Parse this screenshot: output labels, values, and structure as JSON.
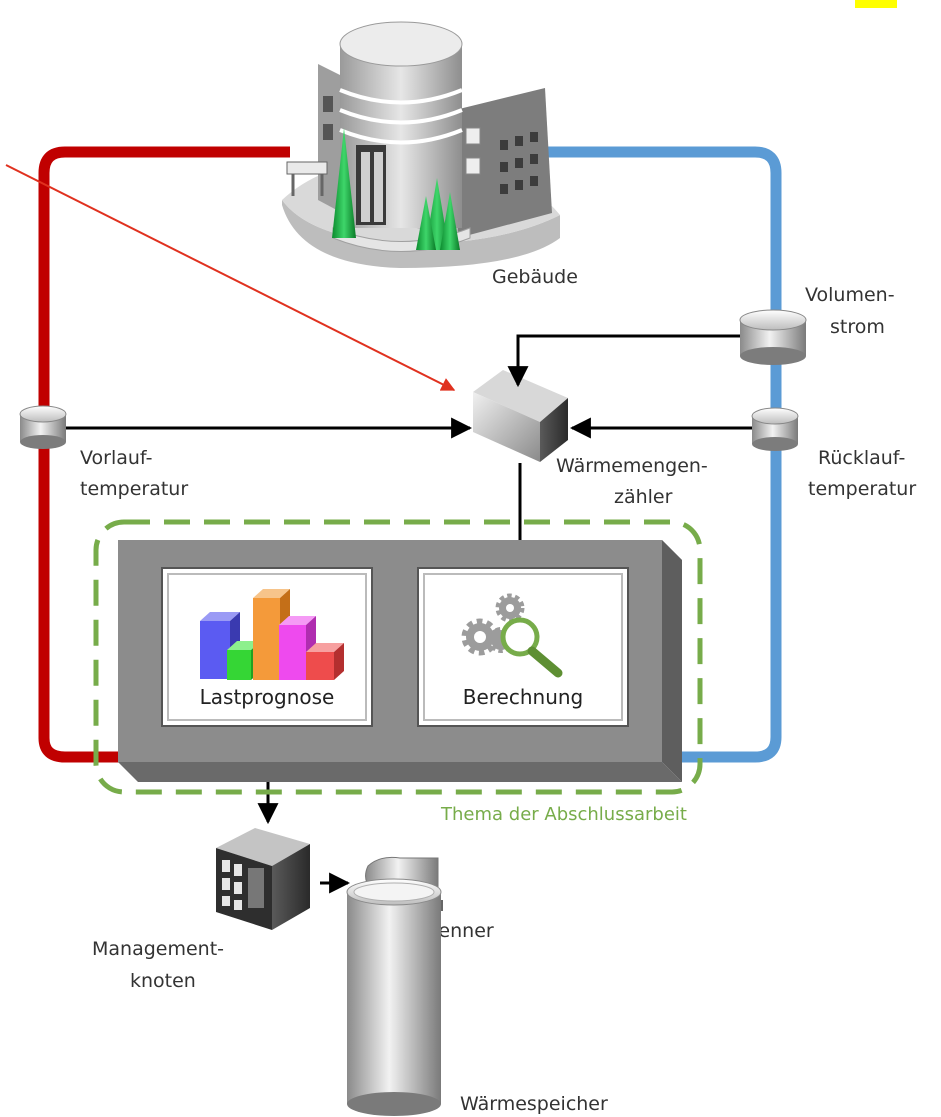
{
  "labels": {
    "building": "Gebäude",
    "volume_flow": [
      "Volumen-",
      "strom"
    ],
    "supply_temp": [
      "Vorlauf-",
      "temperatur"
    ],
    "return_temp": [
      "Rücklauf-",
      "temperatur"
    ],
    "heat_meter": [
      "Wärmemengen-",
      "zähler"
    ],
    "load_forecast": "Lastprognose",
    "calculation": "Berechnung",
    "thesis_topic": "Thema der Abschlussarbeit",
    "management_node": [
      "Management-",
      "knoten"
    ],
    "burner": "Brenner",
    "heat_storage": "Wärmespeicher"
  },
  "icons": {
    "building": "building-icon",
    "volume_sensor": "volume-flow-sensor-icon",
    "supply_sensor": "supply-temperature-sensor-icon",
    "return_sensor": "return-temperature-sensor-icon",
    "meter": "heat-meter-cube-icon",
    "bar_chart": "bar-chart-icon",
    "gears": "gears-magnifier-icon",
    "server": "server-icon",
    "burner": "burner-icon",
    "tank": "heat-storage-tank-icon"
  },
  "colors": {
    "supply_pipe": "#c00000",
    "return_pipe": "#5b9bd5",
    "thesis_border": "#77ac4a",
    "annotation_arrow": "#e0311f",
    "panel": "#8c8c8c",
    "highlight": "#ffff00"
  }
}
